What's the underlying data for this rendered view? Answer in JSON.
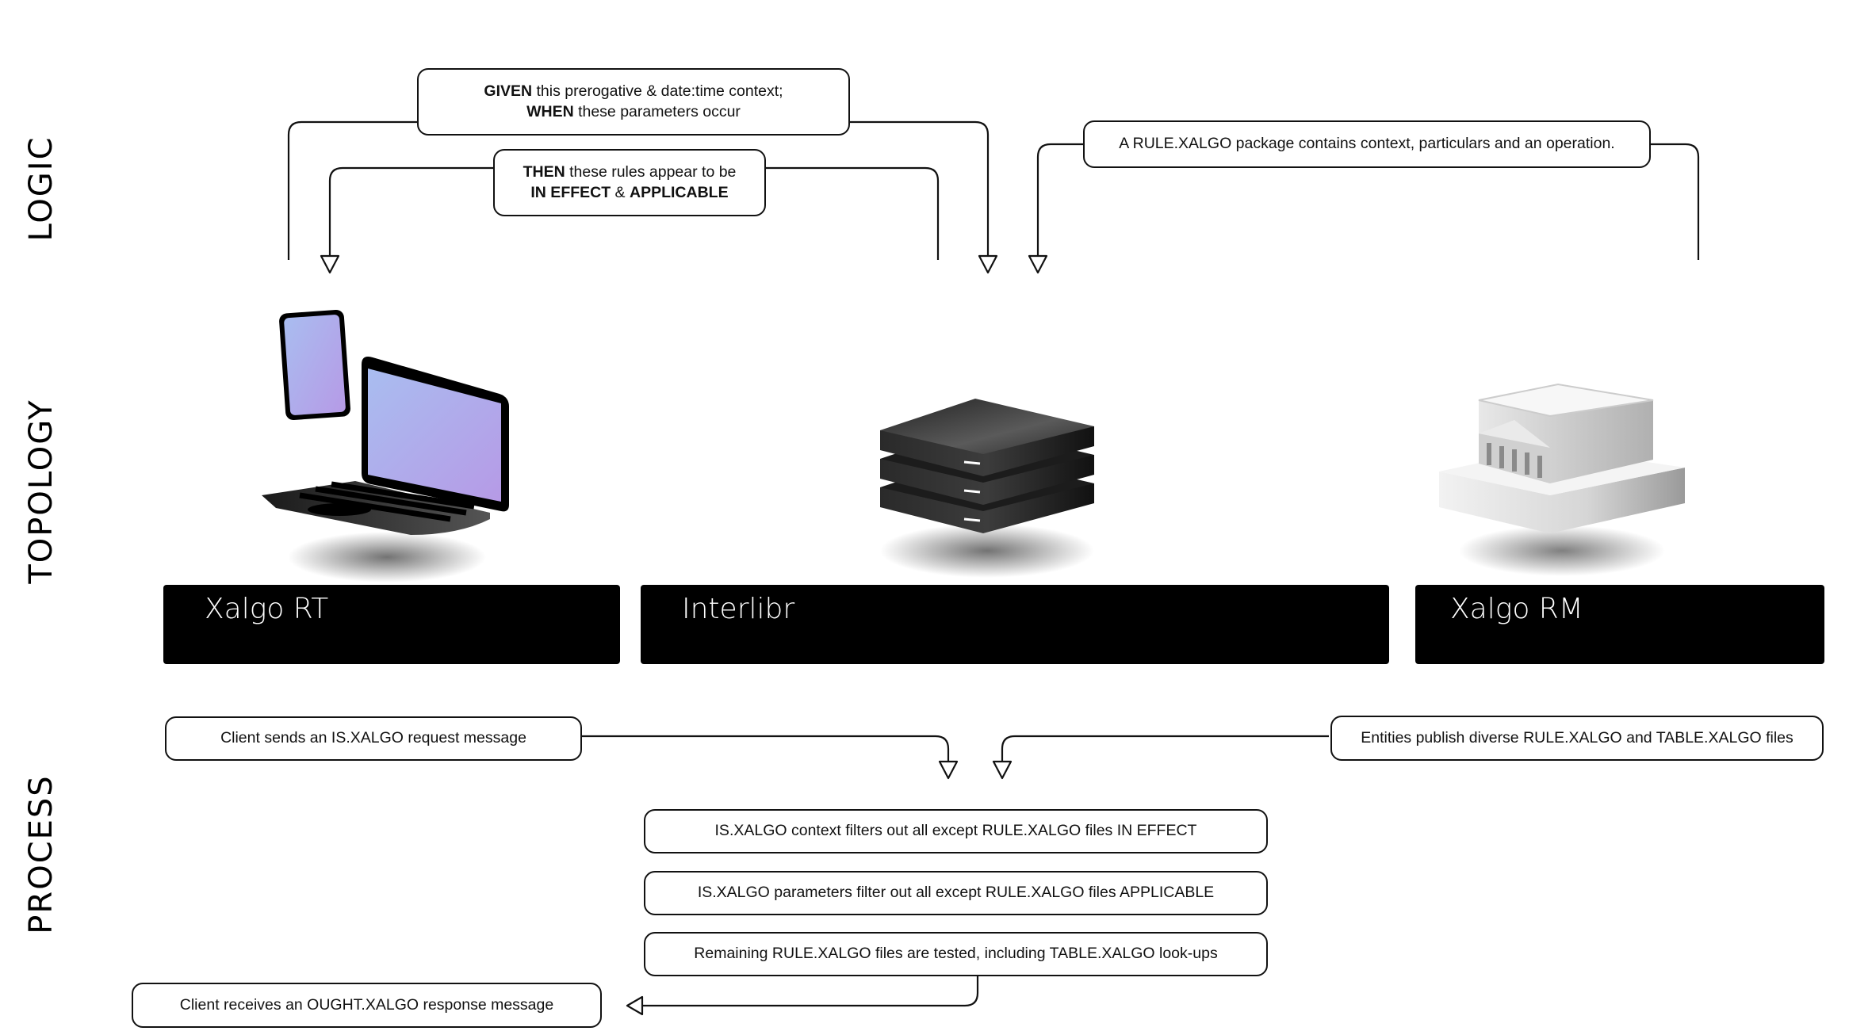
{
  "sections": {
    "logic": "LOGIC",
    "topology": "TOPOLOGY",
    "process": "PROCESS"
  },
  "logic": {
    "given_bold": "GIVEN",
    "given_rest": " this prerogative & date:time context;",
    "when_bold": "WHEN",
    "when_rest": " these parameters occur",
    "then_bold": "THEN",
    "then_rest": " these rules appear to be",
    "effect_bold": "IN EFFECT",
    "amp": " & ",
    "applicable_bold": "APPLICABLE",
    "package_note": "A RULE.XALGO package contains context, particulars and an operation."
  },
  "topology": {
    "nodes": [
      {
        "label": "Xalgo RT",
        "icon": "laptop-tablet-icon"
      },
      {
        "label": "Interlibr",
        "icon": "server-stack-icon"
      },
      {
        "label": "Xalgo RM",
        "icon": "institution-building-icon"
      }
    ]
  },
  "process": {
    "client_sends": "Client sends an IS.XALGO request message",
    "entities_publish": "Entities publish diverse RULE.XALGO and TABLE.XALGO files",
    "steps": [
      "IS.XALGO context filters out all except RULE.XALGO files IN EFFECT",
      "IS.XALGO parameters filter out all except RULE.XALGO files APPLICABLE",
      "Remaining RULE.XALGO files are tested, including TABLE.XALGO look-ups"
    ],
    "client_receives": "Client receives an OUGHT.XALGO response message"
  },
  "colors": {
    "bar": "#000000",
    "line": "#111111",
    "screen_top": "#a9bdf0",
    "screen_bottom": "#b69ae6"
  }
}
